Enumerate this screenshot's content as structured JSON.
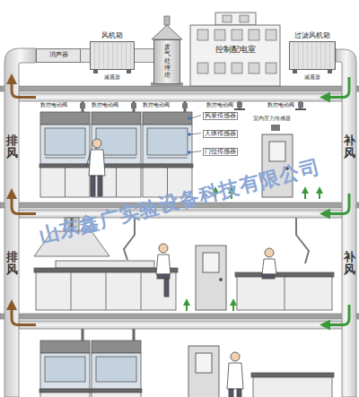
{
  "diagram": {
    "nodes": [
      {
        "text": [
          "消声器"
        ]
      },
      {
        "text": [
          "风机箱"
        ]
      },
      {
        "text": [
          "废气处理塔"
        ]
      },
      {
        "text": [
          "控制配电室"
        ]
      },
      {
        "text": [
          "过滤风机箱"
        ]
      }
    ],
    "edges": [
      {
        "from": 0,
        "to": 1,
        "arrow": "none"
      },
      {
        "from": 1,
        "to": 2,
        "arrow": "none"
      }
    ],
    "labels": [
      "减震器",
      "减震器",
      "数控电动阀",
      "数控电动阀",
      "数控电动阀",
      "数控电动阀",
      "数控电动阀",
      "风量传感器",
      "人体传感器",
      "门位传感器",
      "室内压力传感器",
      "排风",
      "排风",
      "补风",
      "补风",
      "山东鑫广实验设备科技有限公司"
    ]
  }
}
